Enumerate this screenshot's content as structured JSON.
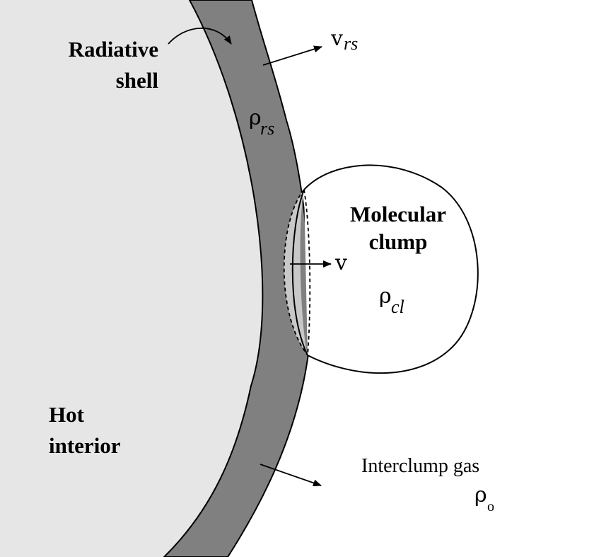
{
  "labels": {
    "radiative_line1": "Radiative",
    "radiative_line2": "shell",
    "hot_line1": "Hot",
    "hot_line2": "interior",
    "clump_line1": "Molecular",
    "clump_line2": "clump",
    "interclump": "Interclump gas"
  },
  "symbols": {
    "v_rs_base": "v",
    "v_rs_sub": "rs",
    "rho_rs_base": "ρ",
    "rho_rs_sub": "rs",
    "v": "v",
    "rho_cl_base": "ρ",
    "rho_cl_sub": "cl",
    "rho_o_base": "ρ",
    "rho_o_sub": "o"
  },
  "colors": {
    "hot_interior": "#e6e6e6",
    "radiative_shell": "#808080",
    "clump_fill": "#ffffff",
    "compressed_layer": "#c8c8c8",
    "outline": "#000000"
  }
}
